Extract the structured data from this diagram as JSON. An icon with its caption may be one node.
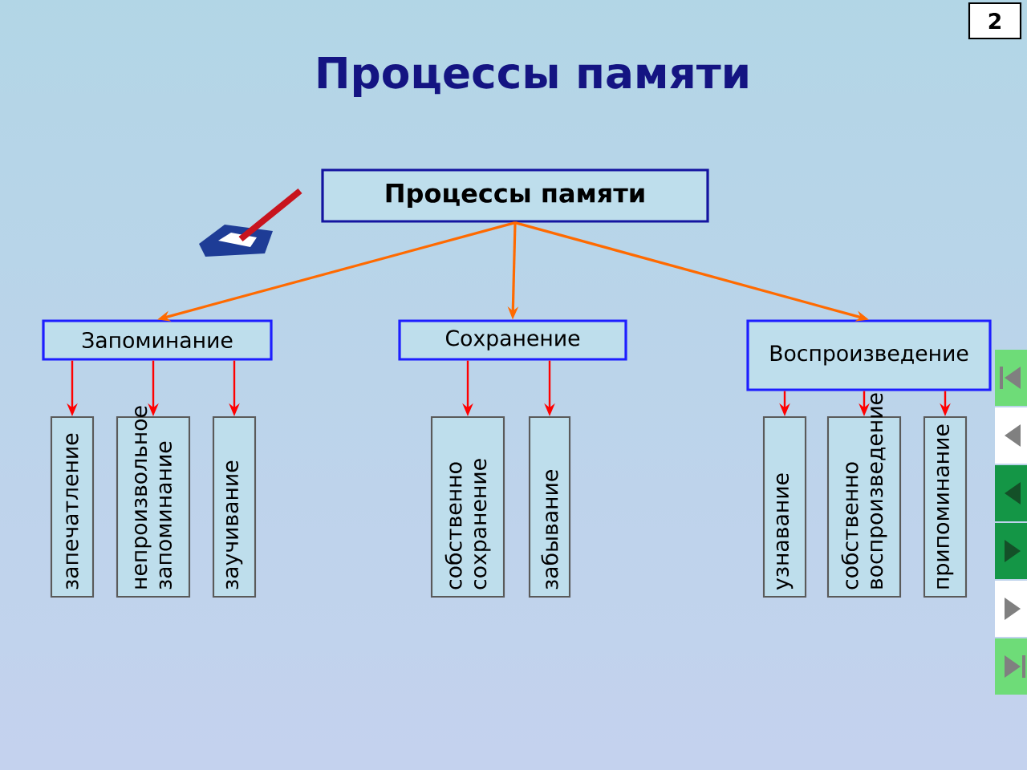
{
  "diagram": {
    "title": "Процессы памяти",
    "nodes": [
      {
        "text": [
          "Процессы памяти"
        ]
      },
      {
        "text": [
          "Запоминание"
        ]
      },
      {
        "text": [
          "Сохранение"
        ]
      },
      {
        "text": [
          "Воспроизведение"
        ]
      },
      {
        "text": [
          "запечатление"
        ]
      },
      {
        "text": [
          "непроизвольное запоминание"
        ]
      },
      {
        "text": [
          "заучивание"
        ]
      },
      {
        "text": [
          "собственно сохранение"
        ]
      },
      {
        "text": [
          "забывание"
        ]
      },
      {
        "text": [
          "узнавание"
        ]
      },
      {
        "text": [
          "собственно воспроизведение"
        ]
      },
      {
        "text": [
          "припоминание"
        ]
      }
    ],
    "edges": [
      {
        "from": 0,
        "to": 1,
        "arrow": "to",
        "color": "#ff6a00"
      },
      {
        "from": 0,
        "to": 2,
        "arrow": "to",
        "color": "#ff6a00"
      },
      {
        "from": 0,
        "to": 3,
        "arrow": "to",
        "color": "#ff6a00"
      },
      {
        "from": 1,
        "to": 4,
        "arrow": "to"
      },
      {
        "from": 1,
        "to": 5,
        "arrow": "to"
      },
      {
        "from": 1,
        "to": 6,
        "arrow": "to"
      },
      {
        "from": 2,
        "to": 7,
        "arrow": "to"
      },
      {
        "from": 2,
        "to": 8,
        "arrow": "to"
      },
      {
        "from": 3,
        "to": 9,
        "arrow": "to"
      },
      {
        "from": 3,
        "to": 10,
        "arrow": "to"
      },
      {
        "from": 3,
        "to": 11,
        "arrow": "to"
      }
    ],
    "labels": [
      "2"
    ]
  }
}
